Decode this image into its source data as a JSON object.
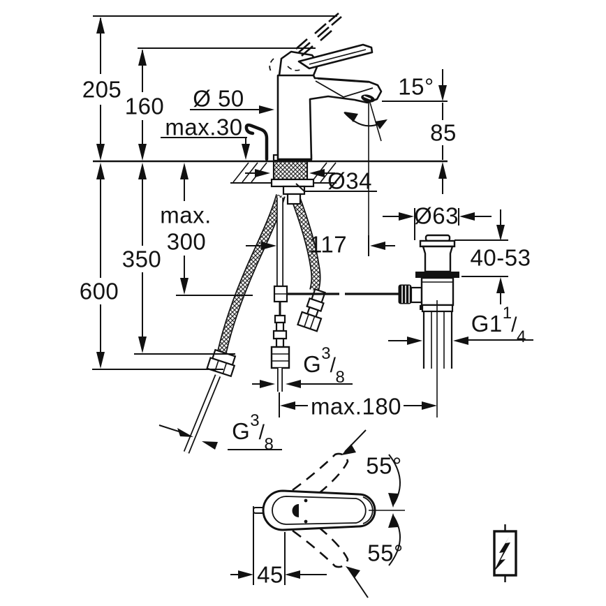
{
  "drawing": {
    "dimensions": {
      "total_height": "205",
      "spout_top_height": "160",
      "base_diameter": "Ø 50",
      "deck_thickness_max": "max.30",
      "spout_angle": "15°",
      "outlet_height": "85",
      "hole_diameter": "Ø34",
      "below_deck_max_line1": "max.",
      "below_deck_max_line2": "300",
      "hose_length_350": "350",
      "hose_length_600": "600",
      "spout_reach": "117",
      "waste_flange_diameter": "Ø63",
      "clamping_range": "40-53",
      "waste_offset_max": "max.180",
      "handle_swing_upper": "55°",
      "handle_swing_lower": "55°",
      "lever_offset": "45"
    },
    "threads": {
      "waste": {
        "prefix": "G1",
        "numerator": "1",
        "denominator": "4"
      },
      "supply": {
        "prefix": "G",
        "numerator": "3",
        "denominator": "8"
      }
    },
    "symbols": {
      "lightning": "lightning-bolt"
    }
  }
}
